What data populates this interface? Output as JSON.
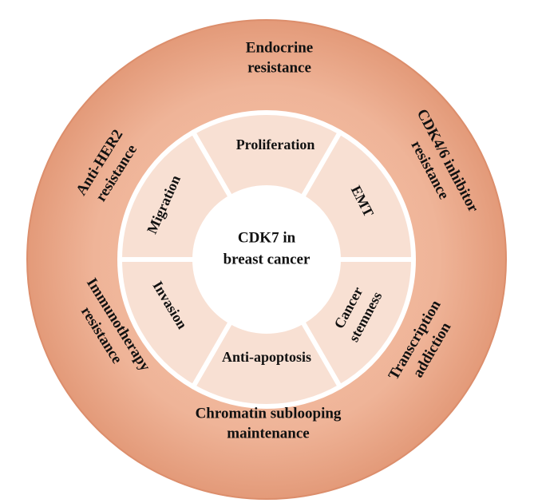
{
  "diagram": {
    "center": {
      "lines": [
        "CDK7 in",
        "breast cancer"
      ]
    },
    "inner_ring": [
      {
        "id": "proliferation",
        "lines": [
          "Proliferation"
        ]
      },
      {
        "id": "emt",
        "lines": [
          "EMT"
        ]
      },
      {
        "id": "cancer-stemness",
        "lines": [
          "Cancer",
          "stemness"
        ]
      },
      {
        "id": "anti-apoptosis",
        "lines": [
          "Anti-apoptosis"
        ]
      },
      {
        "id": "invasion",
        "lines": [
          "Invasion"
        ]
      },
      {
        "id": "migration",
        "lines": [
          "Migration"
        ]
      }
    ],
    "outer_ring": [
      {
        "id": "endocrine-resistance",
        "lines": [
          "Endocrine",
          "resistance"
        ]
      },
      {
        "id": "cdk46-inhibitor-resistance",
        "lines": [
          "CDK4/6 inhibitor",
          "resistance"
        ]
      },
      {
        "id": "transcription-addiction",
        "lines": [
          "Transcription",
          "addiction"
        ]
      },
      {
        "id": "chromatin-sublooping-maintenance",
        "lines": [
          "Chromatin sublooping",
          "maintenance"
        ]
      },
      {
        "id": "immunotherapy-resistance",
        "lines": [
          "Immunotherapy",
          "resistance"
        ]
      },
      {
        "id": "anti-her2-resistance",
        "lines": [
          "Anti-HER2",
          "resistance"
        ]
      }
    ],
    "colors": {
      "outer_ring_light": "#f4c4ab",
      "outer_ring_dark": "#e7a181",
      "outer_ring_edge": "#d98a68",
      "inner_ring": "#f8e0d3",
      "separator": "#ffffff",
      "center": "#ffffff",
      "text": "#111111"
    }
  }
}
